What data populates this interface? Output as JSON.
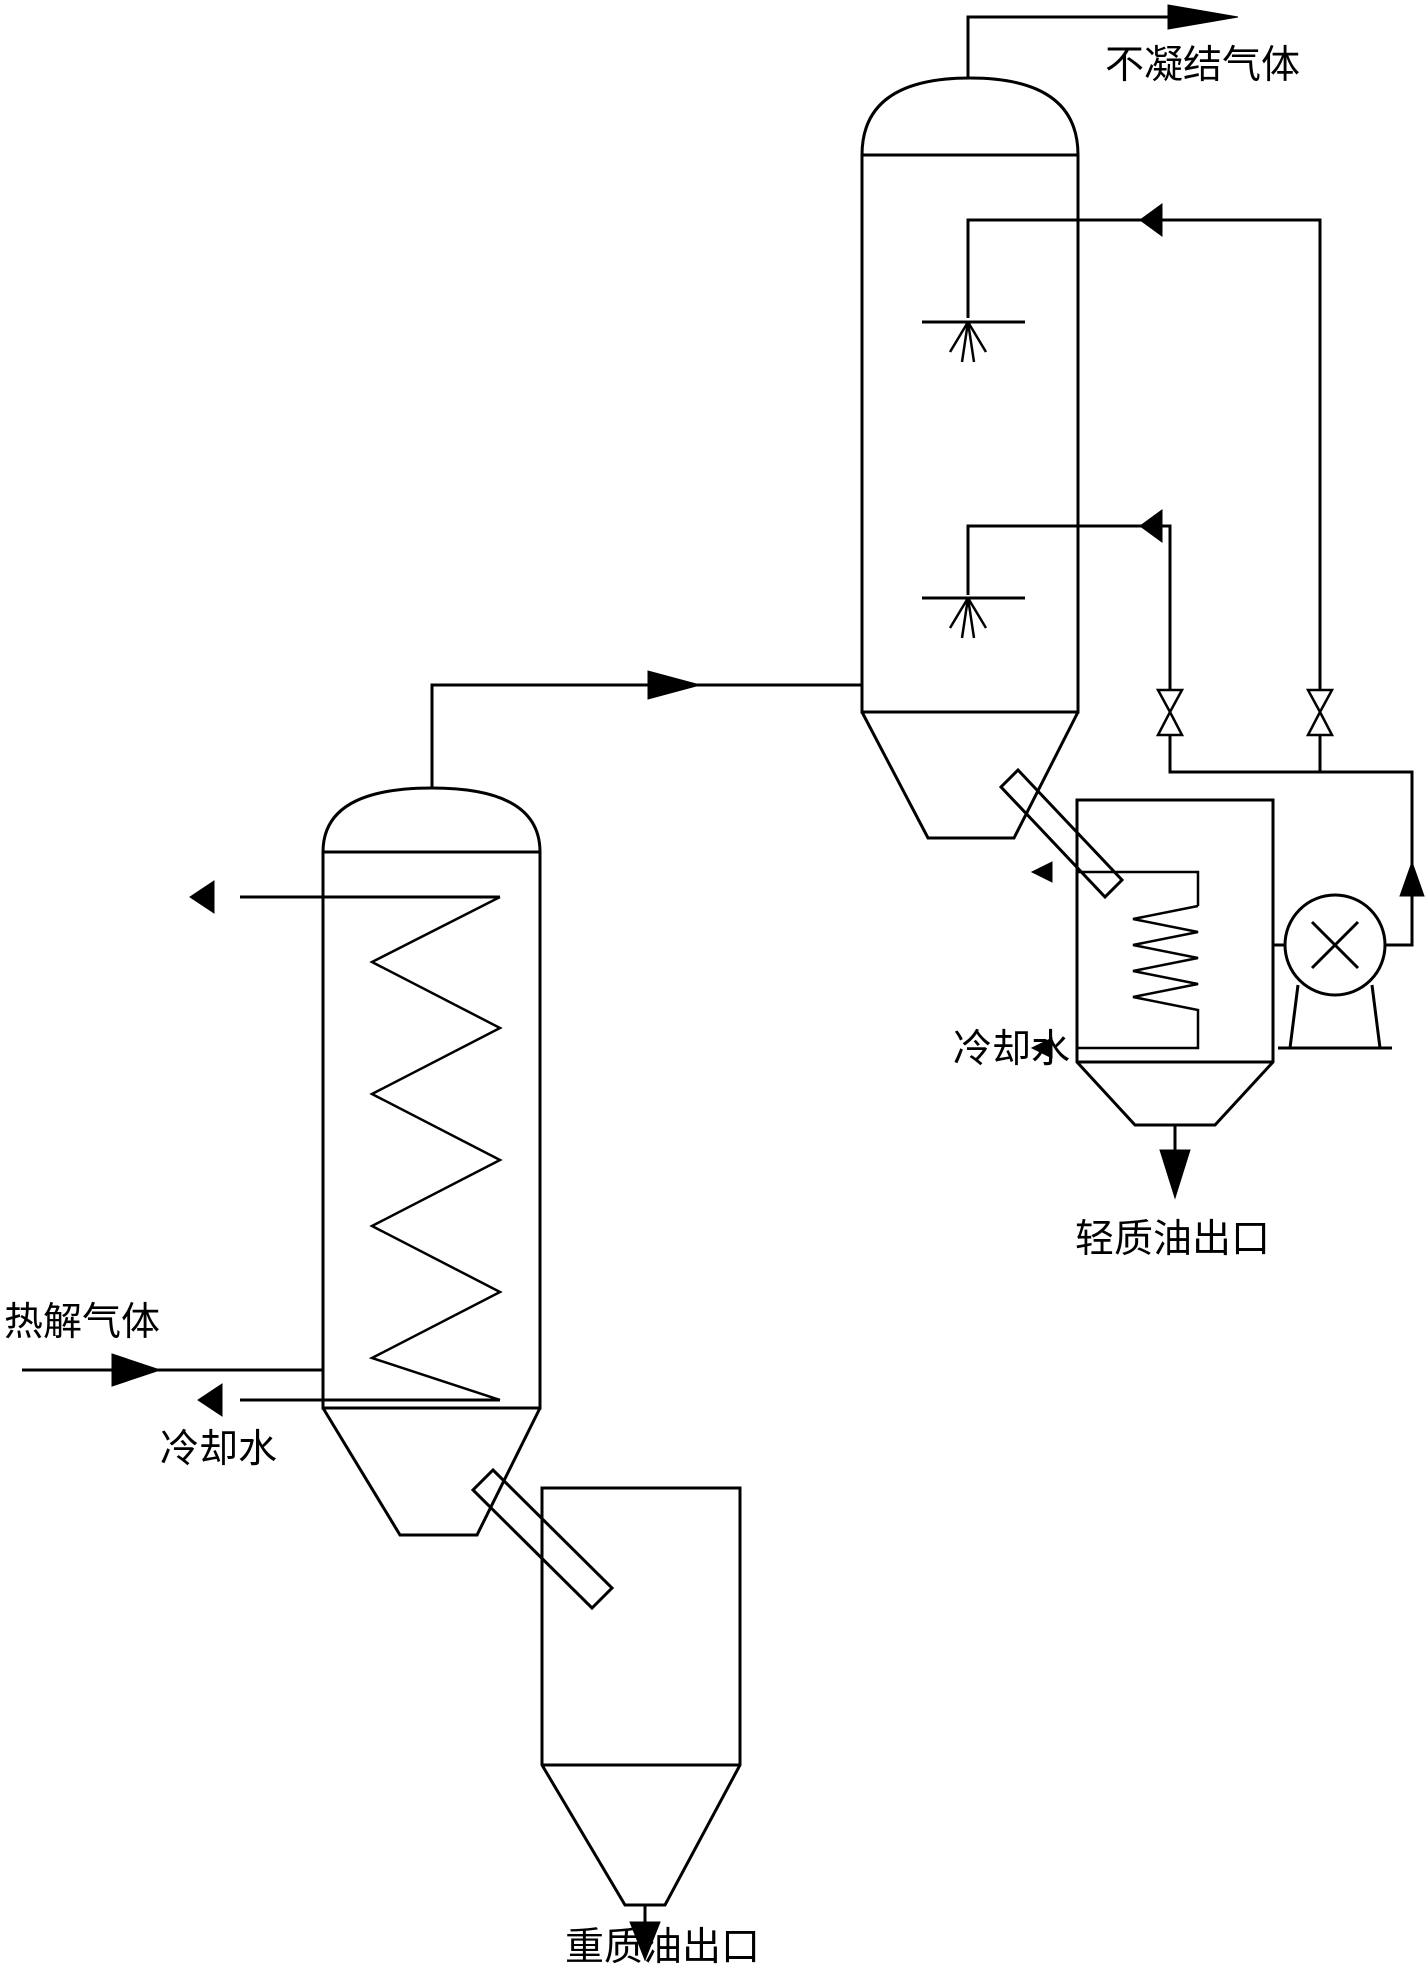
{
  "labels": {
    "noncondensable_gas": "不凝结气体",
    "pyrolysis_gas": "热解气体",
    "cooling_water_lower": "冷却水",
    "cooling_water_upper": "冷却水",
    "light_oil_outlet": "轻质油出口",
    "heavy_oil_outlet": "重质油出口"
  }
}
